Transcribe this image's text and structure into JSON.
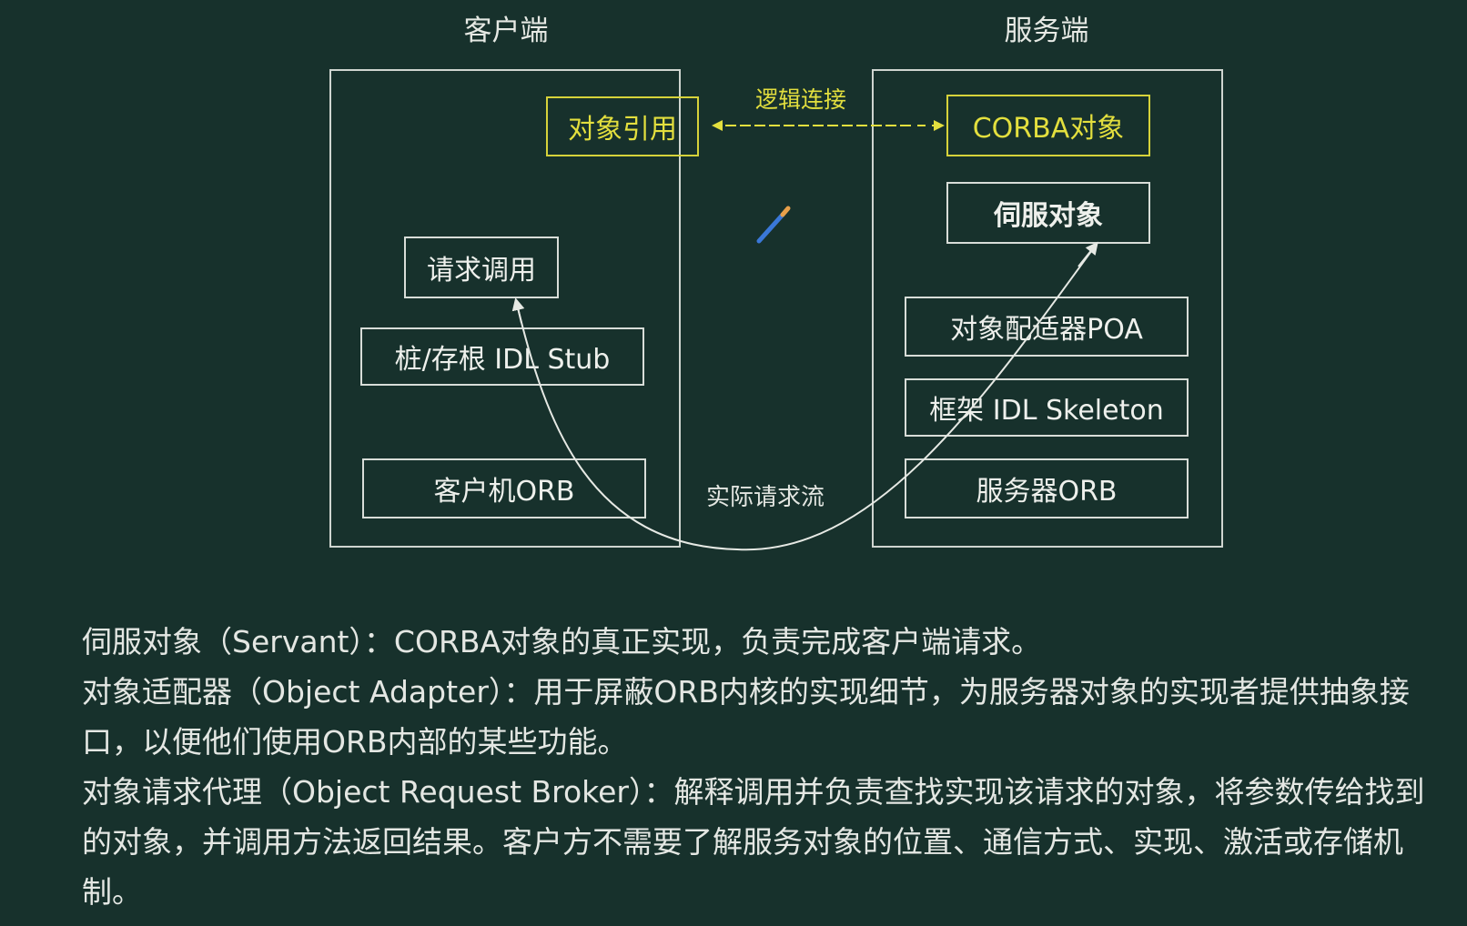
{
  "client": {
    "title": "客户端",
    "object_reference": "对象引用",
    "request_call": "请求调用",
    "stub": "桩/存根 IDL Stub",
    "orb": "客户机ORB"
  },
  "server": {
    "title": "服务端",
    "corba_object": "CORBA对象",
    "servant": "伺服对象",
    "poa": "对象配适器POA",
    "skeleton": "框架 IDL Skeleton",
    "orb": "服务器ORB"
  },
  "connections": {
    "logical_link": "逻辑连接",
    "actual_flow": "实际请求流"
  },
  "colors": {
    "background": "#17312c",
    "highlight": "#e3df3e",
    "line": "#d8ddd8",
    "pencil_icon": "#3a78d8"
  },
  "notes": [
    "伺服对象（Servant）：CORBA对象的真正实现，负责完成客户端请求。",
    "对象适配器（Object Adapter）：用于屏蔽ORB内核的实现细节，为服务器对象的实现者提供抽象接口，以便他们使用ORB内部的某些功能。",
    "对象请求代理（Object Request Broker）：解释调用并负责查找实现该请求的对象，将参数传给找到的对象，并调用方法返回结果。客户方不需要了解服务对象的位置、通信方式、实现、激活或存储机制。"
  ]
}
